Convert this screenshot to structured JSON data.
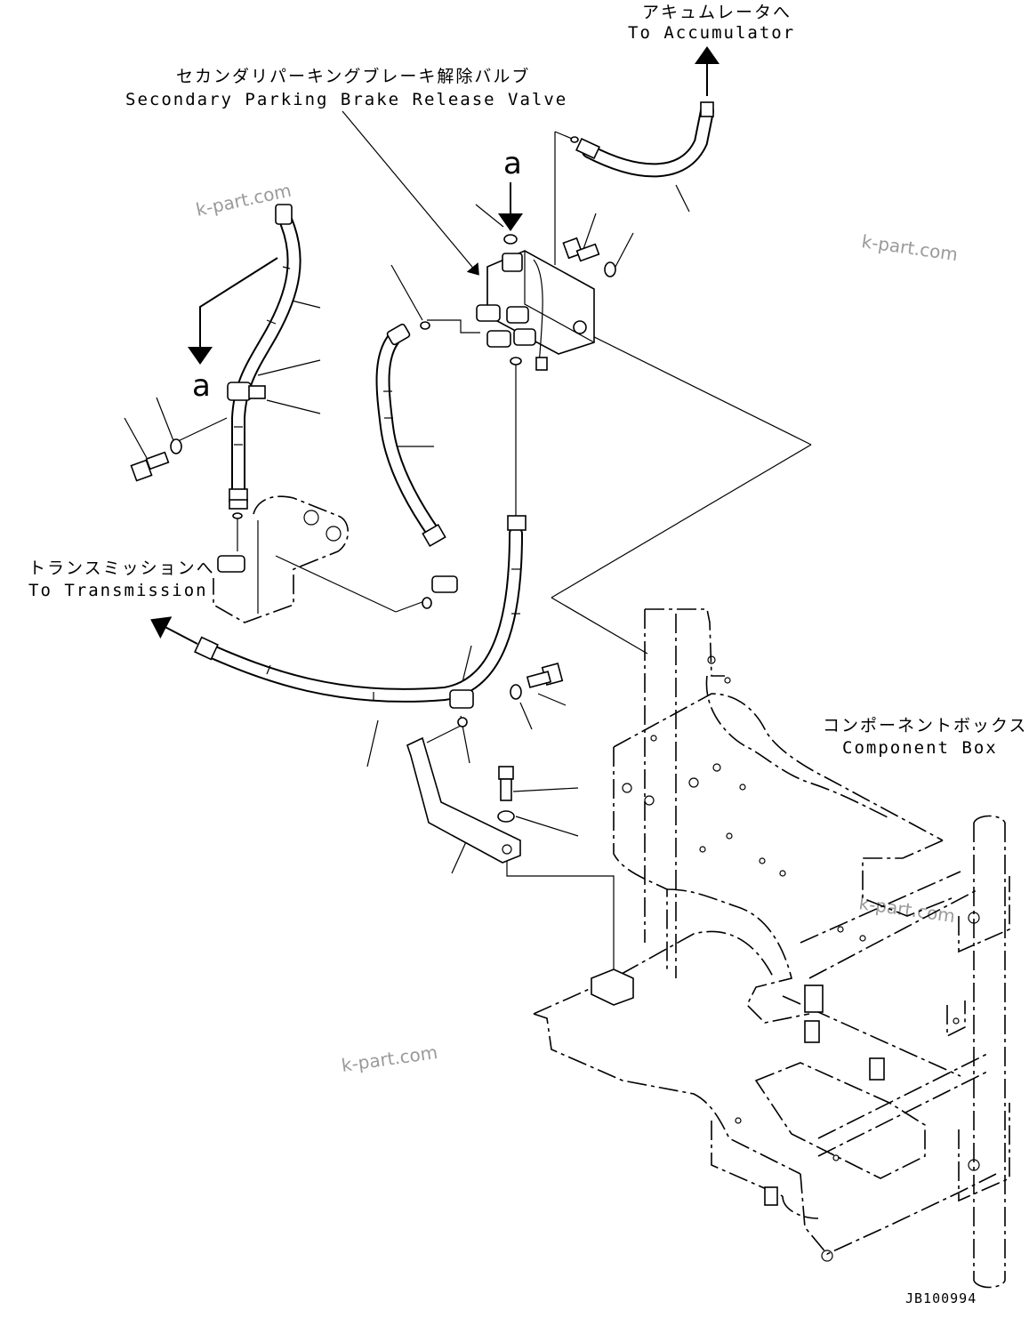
{
  "labels": {
    "accumulator_jp": "アキュムレータへ",
    "accumulator_en": "To Accumulator",
    "valve_jp": "セカンダリパーキングブレーキ解除バルブ",
    "valve_en": "Secondary Parking Brake Release Valve",
    "transmission_jp": "トランスミッションへ",
    "transmission_en": "To Transmission",
    "component_box_jp": "コンポーネントボックス",
    "component_box_en": "Component Box",
    "detail_a_top": "a",
    "detail_a_left": "a",
    "drawing_number": "JB100994"
  },
  "watermarks": [
    "k-part.com",
    "k-part.com",
    "k-part.com",
    "k-part.com"
  ],
  "colors": {
    "line": "#000000",
    "watermark": "#9a9a9a",
    "background": "#ffffff"
  }
}
